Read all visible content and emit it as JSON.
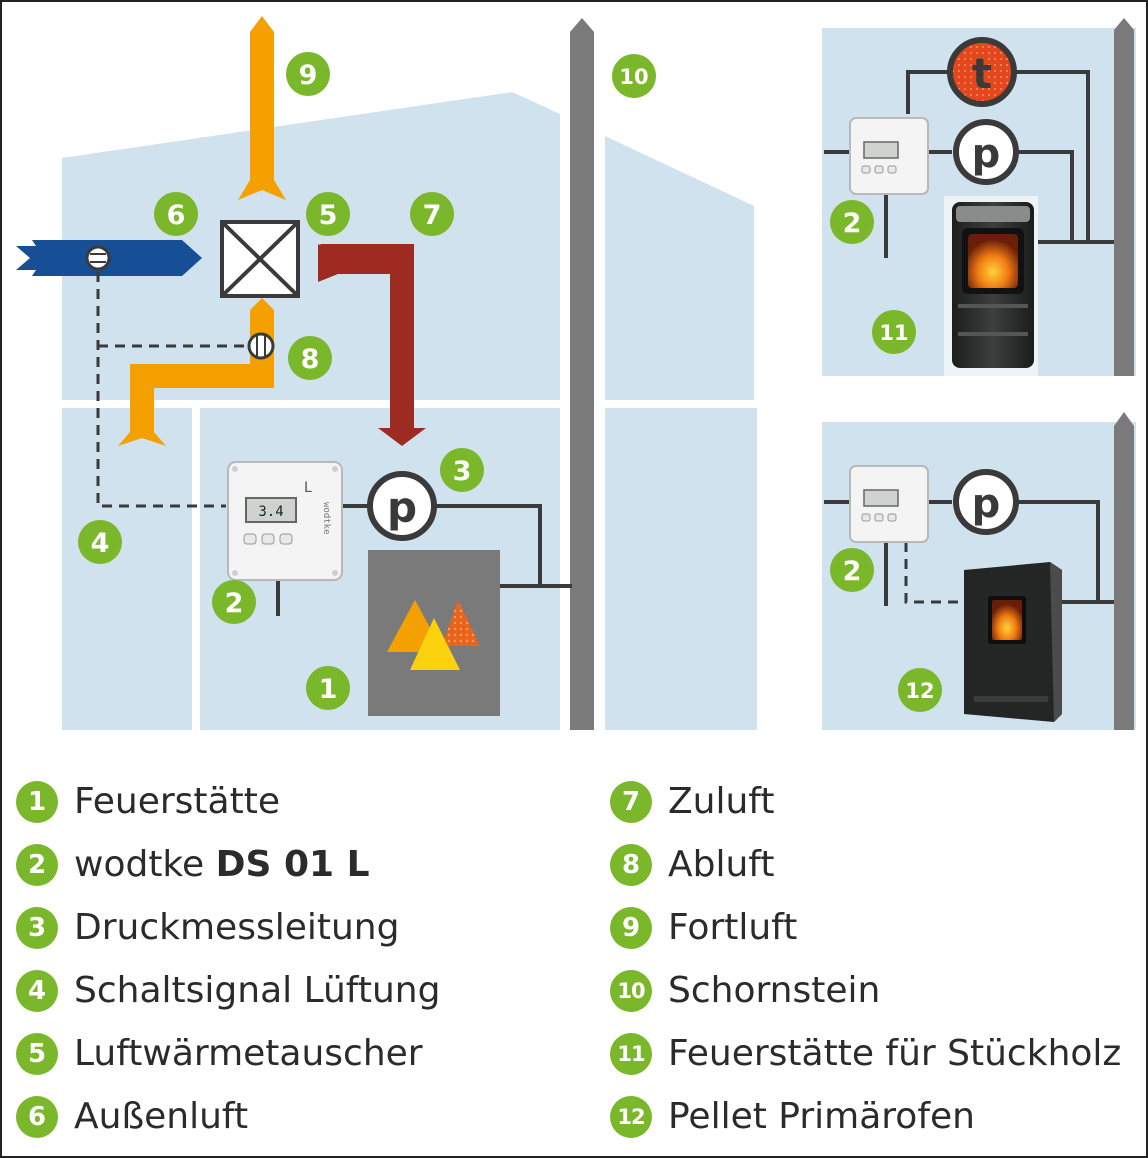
{
  "diagram": {
    "badges": [
      "1",
      "2",
      "3",
      "4",
      "5",
      "6",
      "7",
      "8",
      "9",
      "10",
      "11",
      "2",
      "12",
      "2"
    ],
    "pressure_symbol": "p",
    "temperature_symbol": "t",
    "device_display": "3.4",
    "device_brand": "wodtke"
  },
  "legend": {
    "left": [
      {
        "num": "1",
        "text": "Feuerstätte"
      },
      {
        "num": "2",
        "text": "wodtke ",
        "bold": "DS 01 L"
      },
      {
        "num": "3",
        "text": "Druckmessleitung"
      },
      {
        "num": "4",
        "text": "Schaltsignal Lüftung"
      },
      {
        "num": "5",
        "text": "Luftwärmetauscher"
      },
      {
        "num": "6",
        "text": "Außenluft"
      }
    ],
    "right": [
      {
        "num": "7",
        "text": "Zuluft"
      },
      {
        "num": "8",
        "text": "Abluft"
      },
      {
        "num": "9",
        "text": "Fortluft"
      },
      {
        "num": "10",
        "text": "Schornstein"
      },
      {
        "num": "11",
        "text": "Feuerstätte für Stückholz"
      },
      {
        "num": "12",
        "text": "Pellet Primärofen"
      }
    ]
  },
  "colors": {
    "wall": "#cfe2ee",
    "green": "#7ab72a",
    "orange": "#f4a000",
    "red": "#9e2b22",
    "blue": "#174f96",
    "chimney": "#7a7a7a",
    "temp": "#e4471d"
  }
}
